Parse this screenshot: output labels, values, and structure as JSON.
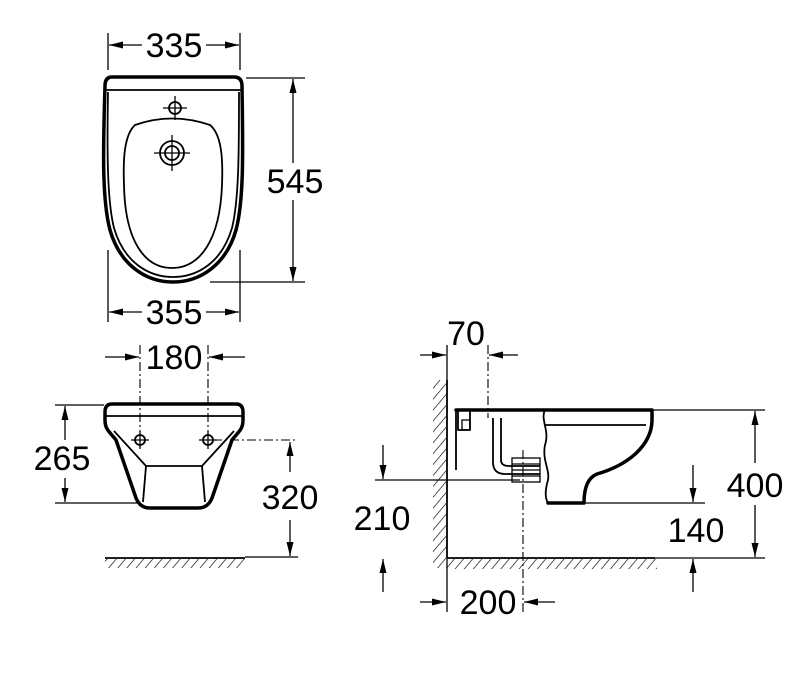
{
  "plan_view": {
    "top_width": "335",
    "length": "545",
    "bottom_width": "355"
  },
  "front_view": {
    "holes_spacing": "180",
    "body_height": "265",
    "holes_height": "320"
  },
  "side_view": {
    "wall_gap": "70",
    "rim_height": "400",
    "outlet_height": "210",
    "foot_height": "140",
    "outlet_distance": "200"
  }
}
